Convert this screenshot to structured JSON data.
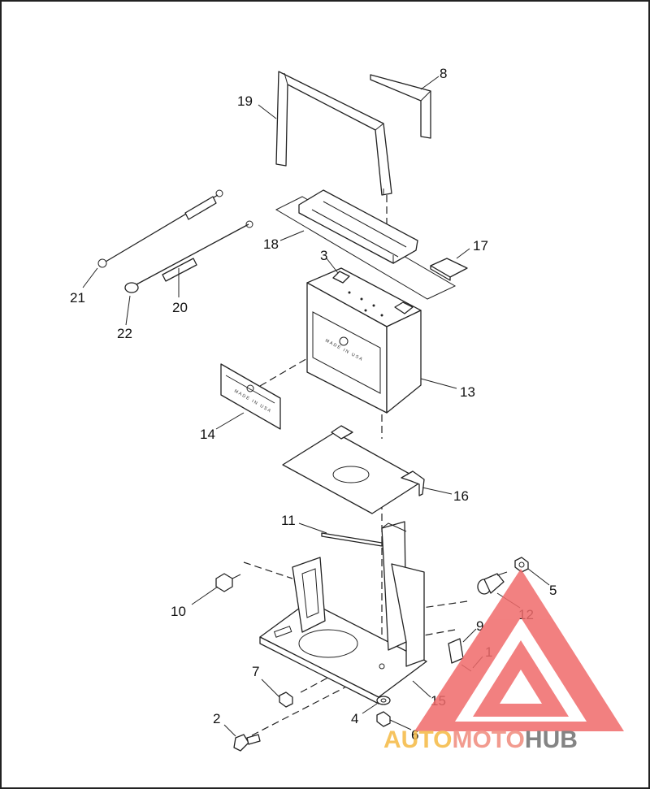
{
  "diagram": {
    "callouts": [
      {
        "id": "c19",
        "label": "19"
      },
      {
        "id": "c8",
        "label": "8"
      },
      {
        "id": "c18",
        "label": "18"
      },
      {
        "id": "c17",
        "label": "17"
      },
      {
        "id": "c3",
        "label": "3"
      },
      {
        "id": "c21",
        "label": "21"
      },
      {
        "id": "c20",
        "label": "20"
      },
      {
        "id": "c22",
        "label": "22"
      },
      {
        "id": "c13",
        "label": "13"
      },
      {
        "id": "c14",
        "label": "14"
      },
      {
        "id": "c16",
        "label": "16"
      },
      {
        "id": "c11",
        "label": "11"
      },
      {
        "id": "c10",
        "label": "10"
      },
      {
        "id": "c5",
        "label": "5"
      },
      {
        "id": "c12",
        "label": "12"
      },
      {
        "id": "c9",
        "label": "9"
      },
      {
        "id": "c1",
        "label": "1"
      },
      {
        "id": "c7",
        "label": "7"
      },
      {
        "id": "c15",
        "label": "15"
      },
      {
        "id": "c4",
        "label": "4"
      },
      {
        "id": "c2",
        "label": "2"
      },
      {
        "id": "c6",
        "label": "6"
      }
    ],
    "battery_stamp": "MADE IN USA",
    "label_stamp": "MADE IN USA"
  },
  "watermark": {
    "part1": "AUTO",
    "part2": "MOTO",
    "part3": "HUB",
    "colors": {
      "auto": "#f5b942",
      "moto": "#f08a7c",
      "hub": "#6f6f6f",
      "triangle": "#f06b6b"
    }
  }
}
